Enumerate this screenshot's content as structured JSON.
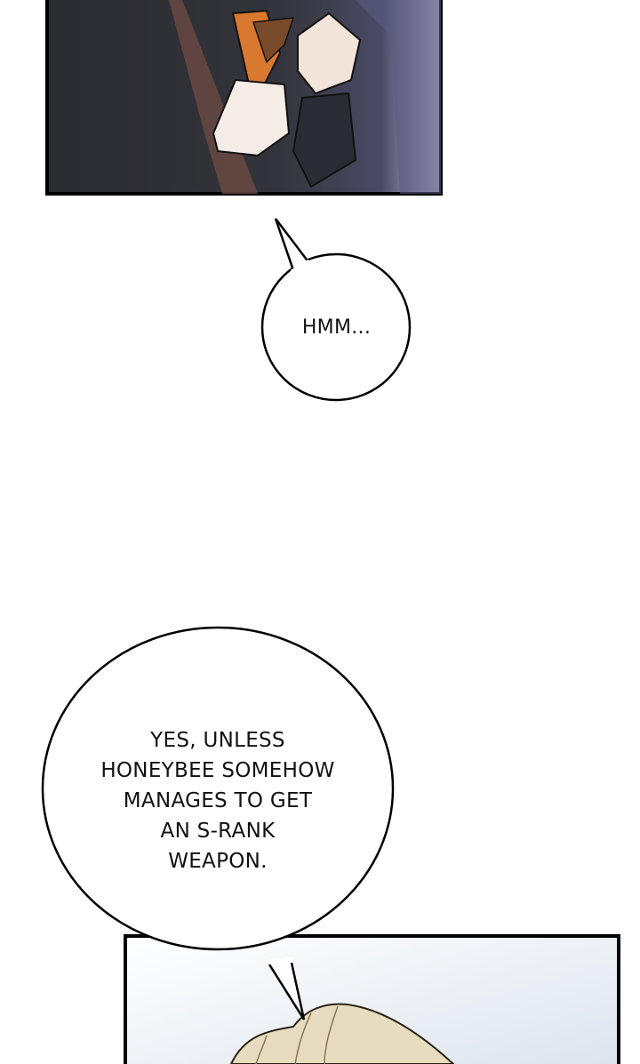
{
  "bubbles": [
    {
      "text": "HMM..."
    },
    {
      "lines": [
        "YES, UNLESS",
        "HONEYBEE SOMEHOW",
        "MANAGES TO GET",
        "AN S-RANK",
        "WEAPON."
      ]
    }
  ],
  "colors": {
    "panel_dark": "#2e2f35",
    "wrapper": "#d9782f",
    "hair": "#e8dcc0",
    "sky": "#e6ecf3"
  }
}
